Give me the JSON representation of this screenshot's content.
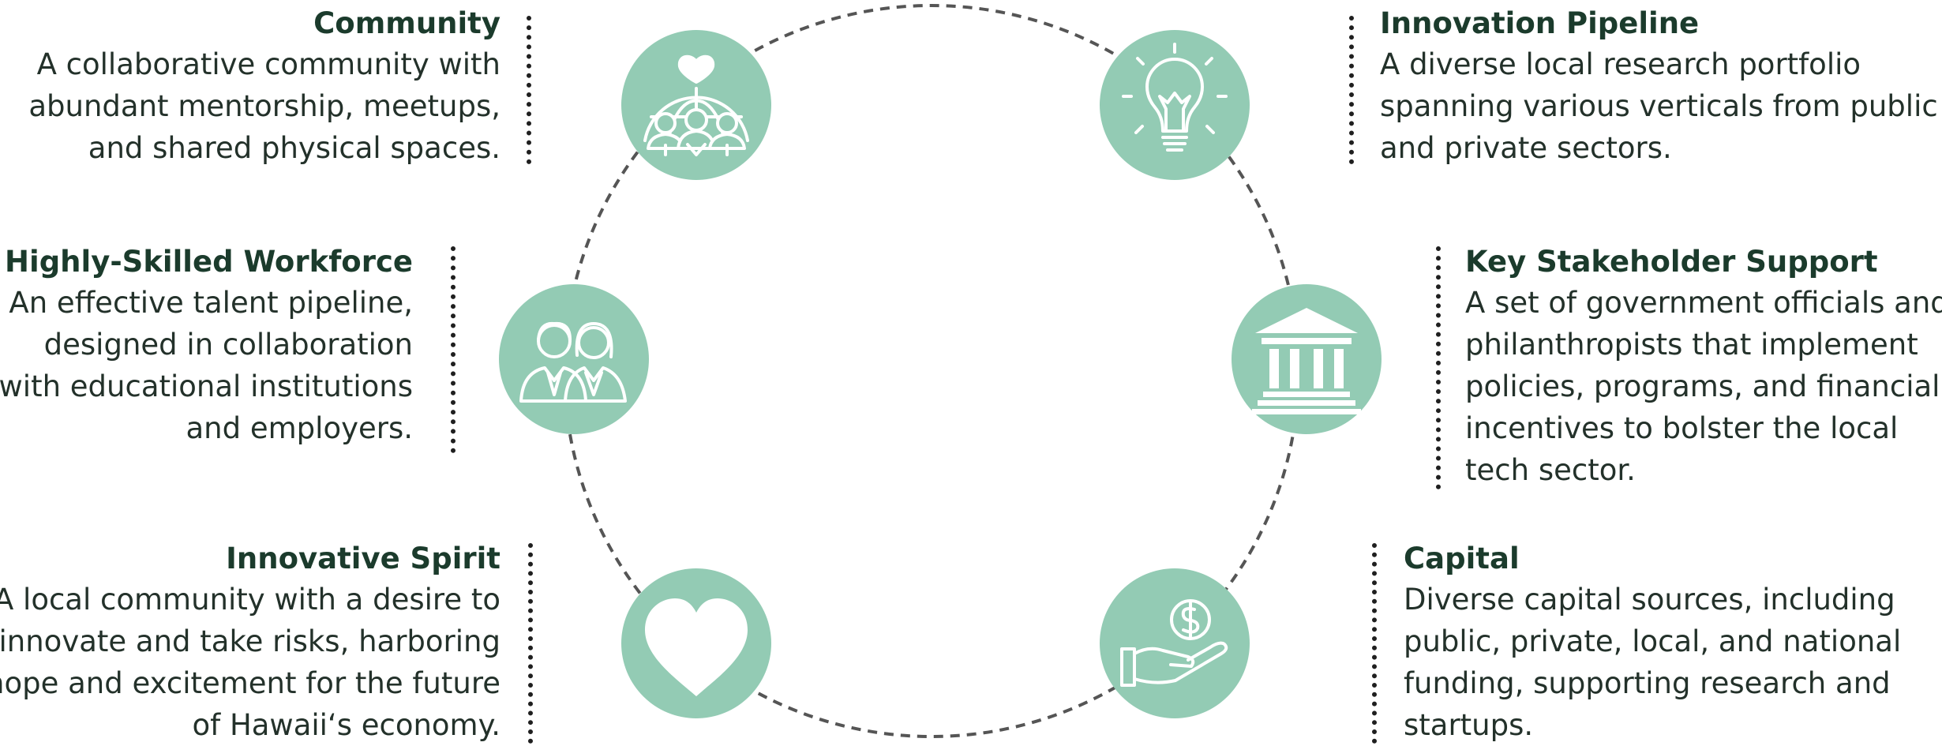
{
  "colors": {
    "circle_fill": "#93cbb4",
    "icon_stroke": "#ffffff",
    "title": "#1b3b2c",
    "body": "#23312a",
    "ring": "#555555"
  },
  "items": {
    "community": {
      "icon": "globe-people-heart-icon",
      "title": "Community",
      "lines": [
        "A collaborative community with",
        "abundant mentorship, meetups,",
        "and shared physical spaces."
      ]
    },
    "workforce": {
      "icon": "people-pair-icon",
      "title": "Highly-Skilled Workforce",
      "lines": [
        "An effective talent pipeline,",
        "designed in collaboration",
        "with educational institutions",
        "and employers."
      ]
    },
    "spirit": {
      "icon": "heart-icon",
      "title": "Innovative Spirit",
      "lines": [
        "A local community with a desire to",
        "innovate and take risks, harboring",
        "hope and excitement for the future",
        "of Hawaii‘s economy."
      ]
    },
    "pipeline": {
      "icon": "lightbulb-icon",
      "title": "Innovation Pipeline",
      "lines": [
        "A diverse local research portfolio",
        "spanning various verticals from public",
        "and private sectors."
      ]
    },
    "stakeholder": {
      "icon": "government-building-icon",
      "title": "Key Stakeholder Support",
      "lines": [
        "A set of government officials and",
        "philanthropists that implement",
        "policies, programs, and financial",
        "incentives to bolster the local",
        "tech sector."
      ]
    },
    "capital": {
      "icon": "hand-money-icon",
      "title": "Capital",
      "lines": [
        "Diverse capital sources, including",
        "public, private, local, and national",
        "funding, supporting research and",
        "startups."
      ]
    }
  }
}
